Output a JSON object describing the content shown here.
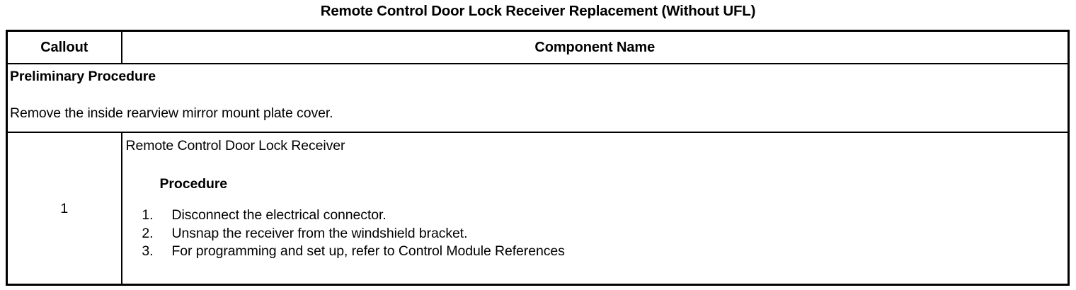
{
  "document": {
    "title": "Remote Control Door Lock Receiver Replacement (Without UFL)"
  },
  "table": {
    "headers": {
      "callout": "Callout",
      "component_name": "Component Name"
    },
    "preliminary": {
      "heading": "Preliminary Procedure",
      "text": "Remove the inside rearview mirror mount plate cover."
    },
    "rows": [
      {
        "callout": "1",
        "component_name": "Remote Control Door Lock Receiver",
        "subheading": "Procedure",
        "steps": [
          {
            "number": "1.",
            "text": "Disconnect the electrical connector."
          },
          {
            "number": "2.",
            "text": "Unsnap the receiver from the windshield bracket."
          },
          {
            "number": "3.",
            "text": "For programming and set up, refer to Control Module References"
          }
        ]
      }
    ]
  },
  "colors": {
    "border": "#000000",
    "text": "#000000",
    "background": "#ffffff"
  }
}
